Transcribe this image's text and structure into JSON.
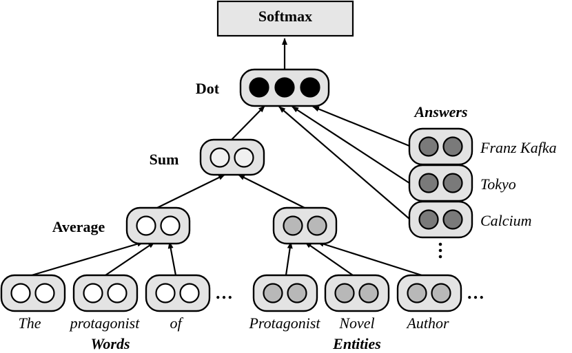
{
  "softmax": "Softmax",
  "dot": "Dot",
  "sum": "Sum",
  "average": "Average",
  "answers_heading": "Answers",
  "answers": [
    "Franz Kafka",
    "Tokyo",
    "Calcium"
  ],
  "words_heading": "Words",
  "words": [
    "The",
    "protagonist",
    "of"
  ],
  "entities_heading": "Entities",
  "entities": [
    "Protagonist",
    "Novel",
    "Author"
  ],
  "ellipsis": "…",
  "colors": {
    "node_fill": "#e3e3e3",
    "dot_circle": "#000000",
    "sum_circle": "#f0f0f0",
    "word_circle": "#ffffff",
    "entity_circle": "#b8b8b8",
    "answer_circle": "#7a7a7a"
  }
}
